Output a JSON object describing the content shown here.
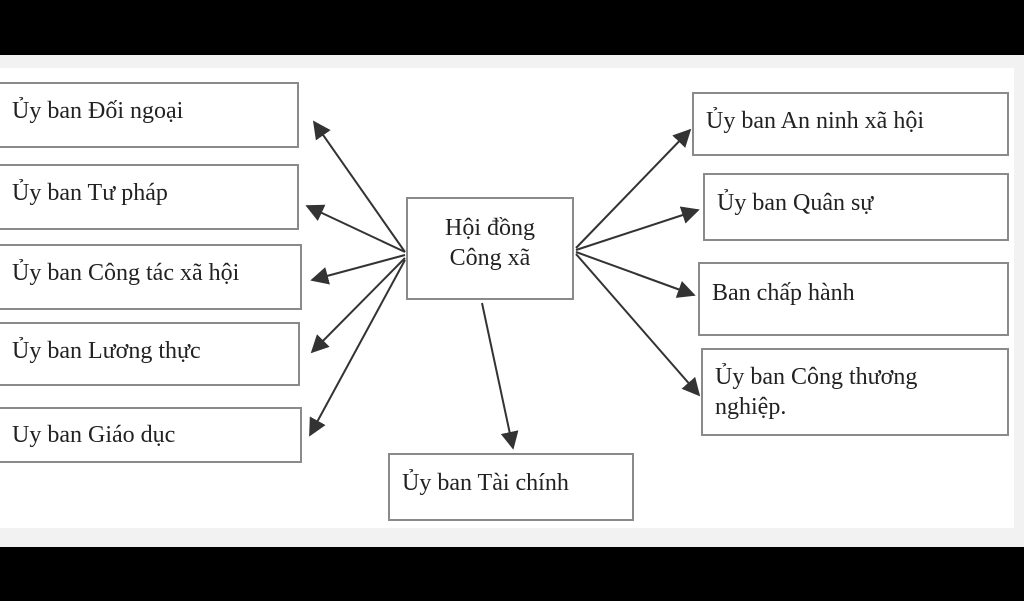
{
  "diagram": {
    "center": {
      "line1": "Hội đồng",
      "line2": "Công xã"
    },
    "left_nodes": [
      "Ủy ban Đối ngoại",
      "Ủy ban Tư pháp",
      "Ủy ban Công tác xã hội",
      "Ủy ban Lương thực",
      "Uy ban Giáo dục"
    ],
    "bottom_node": "Ủy ban Tài chính",
    "right_nodes": [
      "Ủy ban An ninh xã hội",
      "Ủy ban Quân sự",
      "Ban chấp hành",
      "Ủy ban Công thương nghiệp."
    ]
  }
}
